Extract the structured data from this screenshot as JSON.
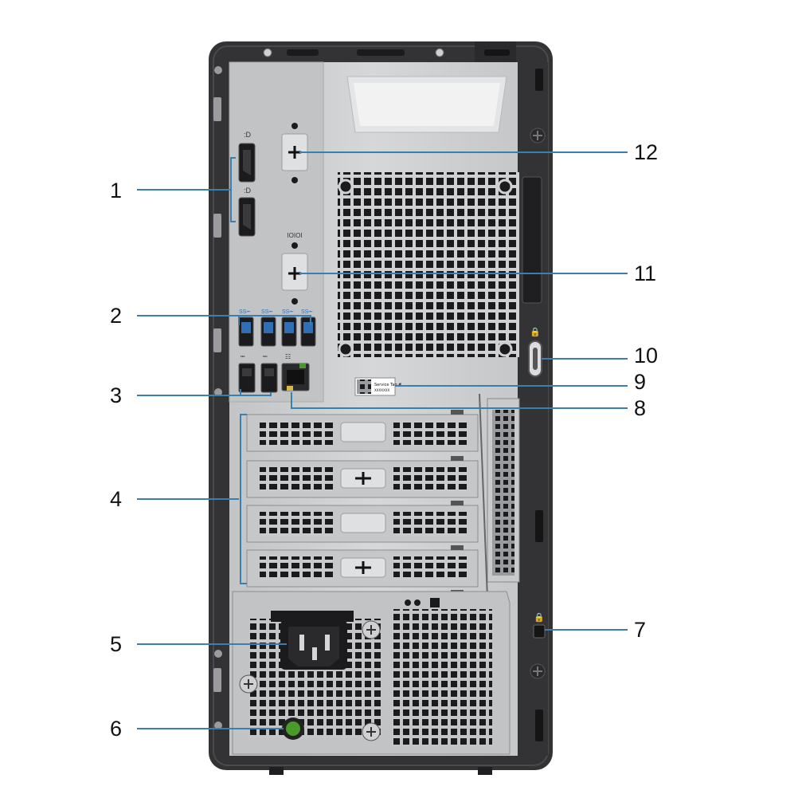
{
  "colors": {
    "chassis": "#333335",
    "chassis_edge": "#1f1f21",
    "panel": "#c9cacc",
    "panel_light": "#d9dadc",
    "panel_dark": "#a7a8ab",
    "hole": "#1b1b1d",
    "usb_blue": "#2f6fb5",
    "leader": "#3a7fb0",
    "led_green": "#4a9a2a"
  },
  "callouts": [
    {
      "id": "1",
      "label": "1"
    },
    {
      "id": "2",
      "label": "2"
    },
    {
      "id": "3",
      "label": "3"
    },
    {
      "id": "4",
      "label": "4"
    },
    {
      "id": "5",
      "label": "5"
    },
    {
      "id": "6",
      "label": "6"
    },
    {
      "id": "7",
      "label": "7"
    },
    {
      "id": "8",
      "label": "8"
    },
    {
      "id": "9",
      "label": "9"
    },
    {
      "id": "10",
      "label": "10"
    },
    {
      "id": "11",
      "label": "11"
    },
    {
      "id": "12",
      "label": "12"
    }
  ],
  "service_tag": {
    "title": "Service Tag #",
    "code": "XXXXXXX"
  },
  "icons": {
    "displayport": "displayport-icon",
    "usb_ss": "usb-superspeed-icon",
    "usb": "usb-icon",
    "network": "network-icon",
    "lock": "padlock-icon",
    "serial": "serial-port-icon"
  },
  "port_labels": {
    "dp": "D",
    "ss": "SS",
    "serial": "IOIOI"
  }
}
